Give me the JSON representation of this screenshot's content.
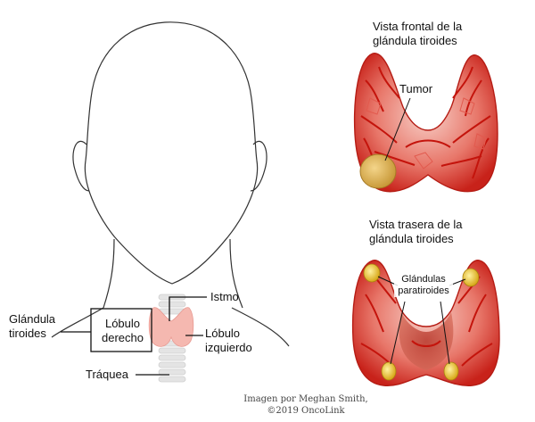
{
  "labels": {
    "thyroid_gland": [
      "Glándula",
      "tiroides"
    ],
    "right_lobe": [
      "Lóbulo",
      "derecho"
    ],
    "isthmus": "Istmo",
    "left_lobe": [
      "Lóbulo",
      "izquierdo"
    ],
    "trachea": "Tráquea",
    "front_view_title": [
      "Vista frontal de la",
      "glándula tiroides"
    ],
    "tumor": "Tumor",
    "back_view_title": [
      "Vista trasera de la",
      "glándula tiroides"
    ],
    "parathyroids": [
      "Glándulas",
      "paratiroides"
    ]
  },
  "credit": [
    "Imagen por Meghan Smith,",
    "©2019 OncoLink"
  ],
  "colors": {
    "outline": "#333333",
    "thyroid_pink": "#f5b8b0",
    "trachea_rings": "#d9d9d9",
    "gland_red": "#d42a1f",
    "gland_light": "#f4c4bb",
    "tumor": "#e8c070",
    "parathyroid": "#f3d040"
  }
}
